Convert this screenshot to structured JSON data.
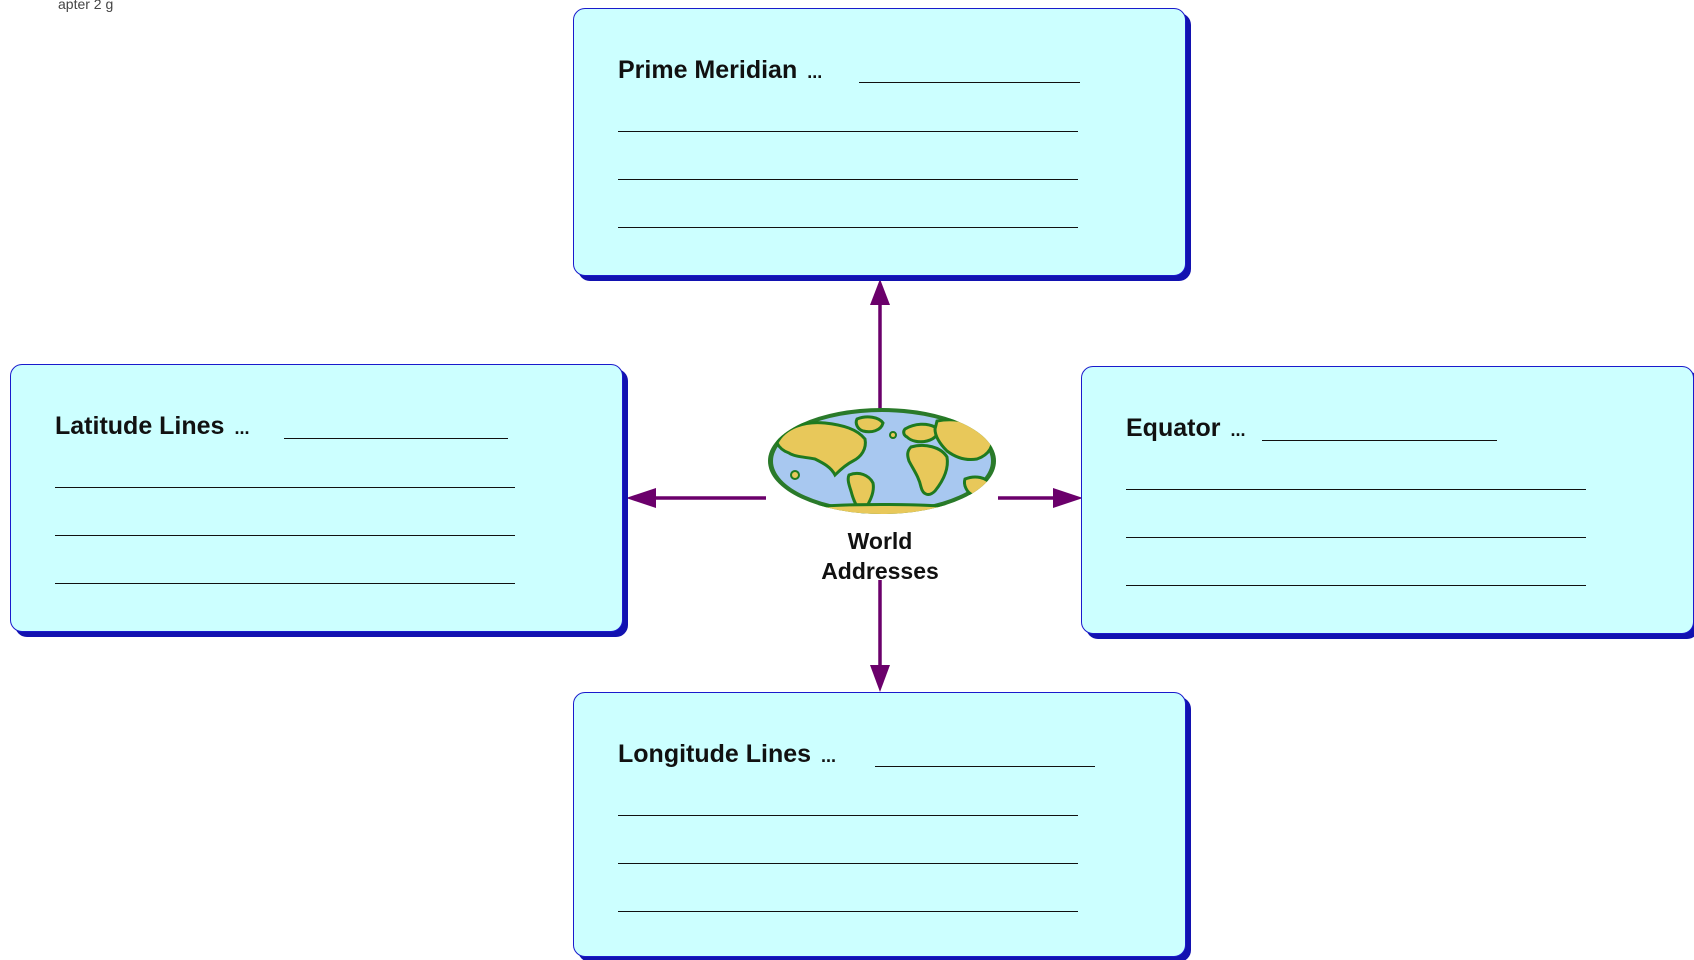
{
  "page": {
    "top_cut_text": "apter 2 g"
  },
  "center": {
    "icon": "world-map-globe-icon",
    "line1": "World",
    "line2": "Addresses"
  },
  "boxes": {
    "top": {
      "title": "Prime Meridian",
      "ellipsis": "..."
    },
    "left": {
      "title": "Latitude Lines",
      "ellipsis": "..."
    },
    "right": {
      "title": "Equator",
      "ellipsis": "..."
    },
    "bottom": {
      "title": "Longitude Lines",
      "ellipsis": "..."
    }
  },
  "colors": {
    "box_fill": "#ccffff",
    "box_border": "#1a1acc",
    "box_shadow": "#1212b0",
    "arrow": "#6b006b",
    "ocean": "#a8c8f0",
    "land_green": "#1f7a1f",
    "land_yellow": "#e8c85a"
  }
}
